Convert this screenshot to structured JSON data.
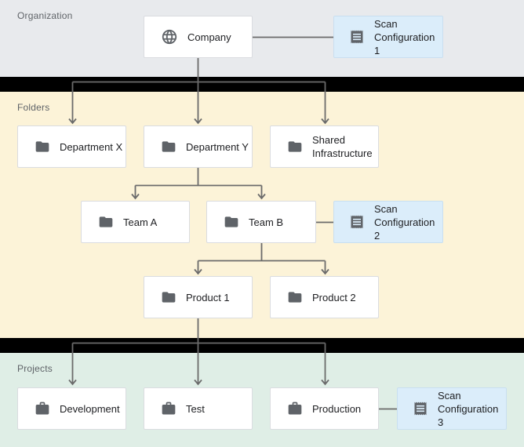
{
  "sections": {
    "organization": {
      "label": "Organization"
    },
    "folders": {
      "label": "Folders"
    },
    "projects": {
      "label": "Projects"
    }
  },
  "nodes": {
    "company": {
      "label": "Company",
      "icon": "globe-icon",
      "section": "organization"
    },
    "scan1": {
      "label": "Scan Configuration 1",
      "icon": "receipt-icon",
      "section": "organization"
    },
    "dept_x": {
      "label": "Department X",
      "icon": "folder-icon",
      "section": "folders"
    },
    "dept_y": {
      "label": "Department Y",
      "icon": "folder-icon",
      "section": "folders"
    },
    "shared_infra": {
      "label": "Shared Infrastructure",
      "icon": "folder-icon",
      "section": "folders"
    },
    "team_a": {
      "label": "Team A",
      "icon": "folder-icon",
      "section": "folders"
    },
    "team_b": {
      "label": "Team B",
      "icon": "folder-icon",
      "section": "folders"
    },
    "scan2": {
      "label": "Scan Configuration 2",
      "icon": "receipt-icon",
      "section": "folders"
    },
    "product1": {
      "label": "Product 1",
      "icon": "folder-icon",
      "section": "folders"
    },
    "product2": {
      "label": "Product 2",
      "icon": "folder-icon",
      "section": "folders"
    },
    "development": {
      "label": "Development",
      "icon": "briefcase-icon",
      "section": "projects"
    },
    "test": {
      "label": "Test",
      "icon": "briefcase-icon",
      "section": "projects"
    },
    "production": {
      "label": "Production",
      "icon": "briefcase-icon",
      "section": "projects"
    },
    "scan3": {
      "label": "Scan Configuration 3",
      "icon": "receipt-icon",
      "section": "projects"
    }
  },
  "edges": [
    {
      "from": "Company",
      "to": "Department X",
      "style": "arrow"
    },
    {
      "from": "Company",
      "to": "Department Y",
      "style": "arrow"
    },
    {
      "from": "Company",
      "to": "Shared Infrastructure",
      "style": "arrow"
    },
    {
      "from": "Department Y",
      "to": "Team A",
      "style": "arrow"
    },
    {
      "from": "Department Y",
      "to": "Team B",
      "style": "arrow"
    },
    {
      "from": "Team B",
      "to": "Product 1",
      "style": "arrow"
    },
    {
      "from": "Team B",
      "to": "Product 2",
      "style": "arrow"
    },
    {
      "from": "Product 1",
      "to": "Development",
      "style": "arrow"
    },
    {
      "from": "Product 1",
      "to": "Test",
      "style": "arrow"
    },
    {
      "from": "Product 1",
      "to": "Production",
      "style": "arrow"
    },
    {
      "from": "Company",
      "to": "Scan Configuration 1",
      "style": "plain"
    },
    {
      "from": "Team B",
      "to": "Scan Configuration 2",
      "style": "plain"
    },
    {
      "from": "Production",
      "to": "Scan Configuration 3",
      "style": "plain"
    }
  ],
  "colors": {
    "organization_bg": "#e8eaed",
    "folders_bg": "#fcf3d8",
    "projects_bg": "#dfeee6",
    "separator": "#000000",
    "node_bg": "#ffffff",
    "node_border": "#dadce0",
    "scan_bg": "#dbedfa",
    "scan_border": "#c9dff0",
    "connector": "#6b6b6b",
    "icon": "#5f6368",
    "section_label_text": "#5f6368",
    "node_text": "#202124"
  }
}
